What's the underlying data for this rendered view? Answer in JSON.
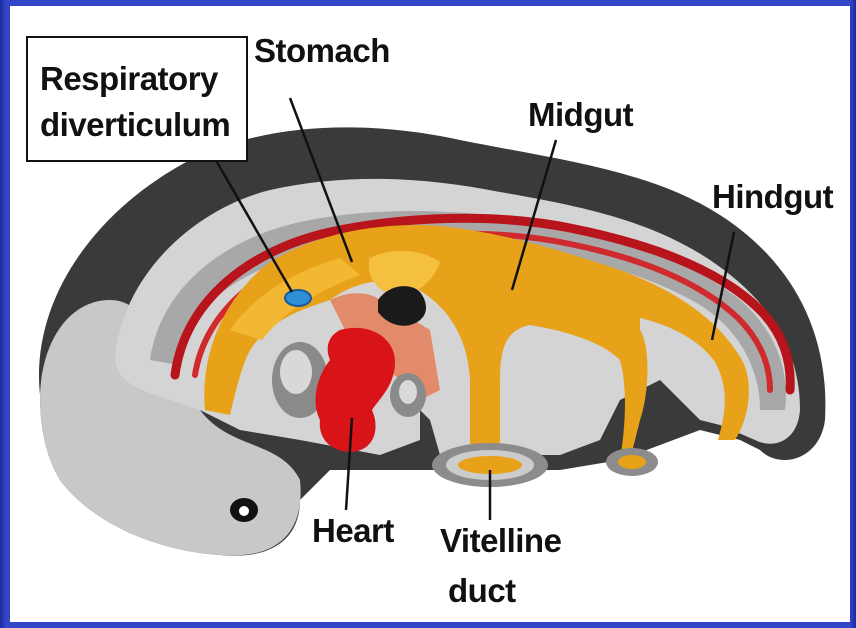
{
  "labels": {
    "respiratory_line1": "Respiratory",
    "respiratory_line2": "diverticulum",
    "stomach": "Stomach",
    "midgut": "Midgut",
    "hindgut": "Hindgut",
    "heart": "Heart",
    "vitelline_line1": "Vitelline",
    "vitelline_line2": "duct"
  },
  "colors": {
    "frame": "#3345c8",
    "background": "#ffffff",
    "body_outer": "#2a2a2a",
    "body_tissue": "#cfcfcf",
    "gut": "#e8a21a",
    "artery": "#b8141c",
    "heart": "#d81418",
    "respiratory_bud": "#2f8fd6"
  }
}
